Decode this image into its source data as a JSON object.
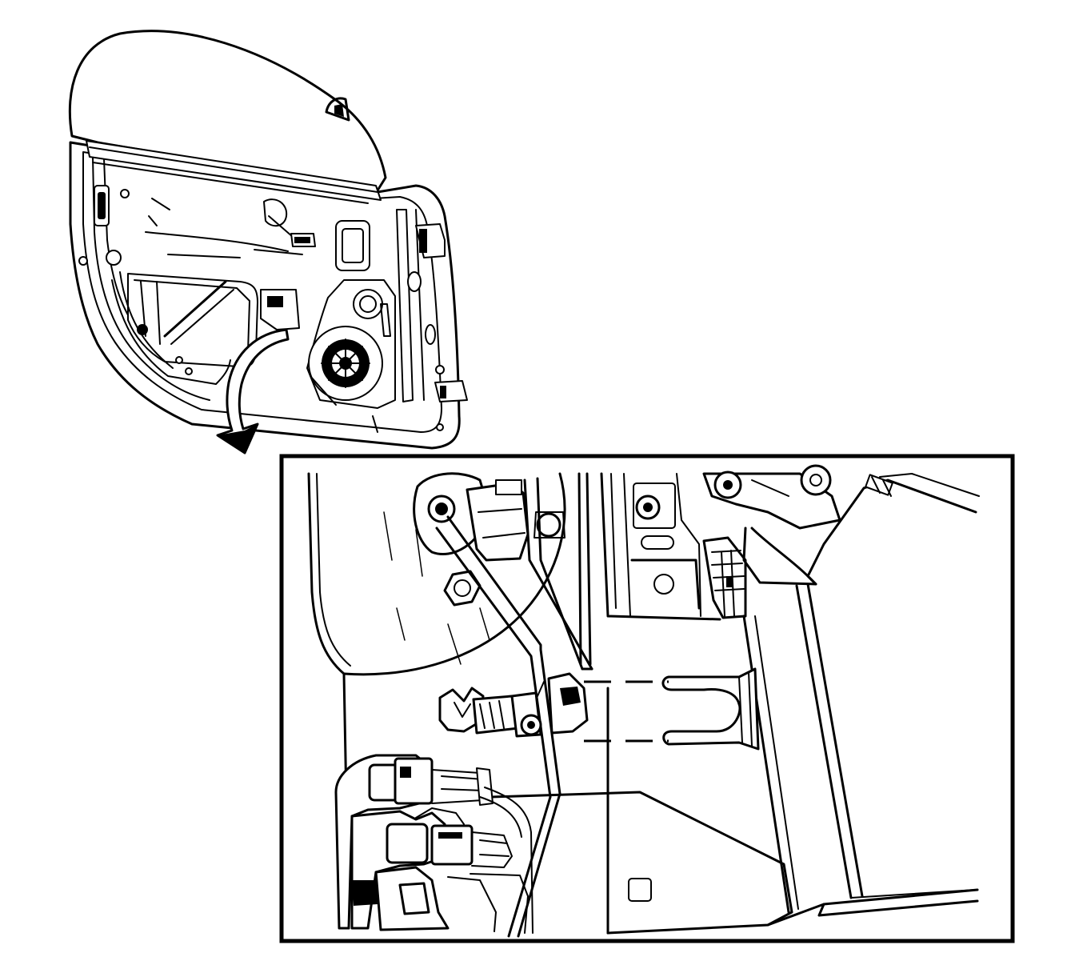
{
  "figure": {
    "overview": {
      "subject": "door-assembly-inner-panel"
    },
    "arrow": {
      "direction": "down-left"
    },
    "detail_inset": {
      "subject": "window-regulator-mount-and-connectors"
    },
    "colors": {
      "line": "#000000",
      "background": "#ffffff"
    }
  }
}
